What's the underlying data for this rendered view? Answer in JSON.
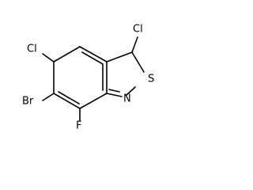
{
  "molecule": {
    "atoms": {
      "cl_top_right": "Cl",
      "cl_top_left": "Cl",
      "br": "Br",
      "f": "F",
      "s": "S",
      "n": "N"
    }
  }
}
